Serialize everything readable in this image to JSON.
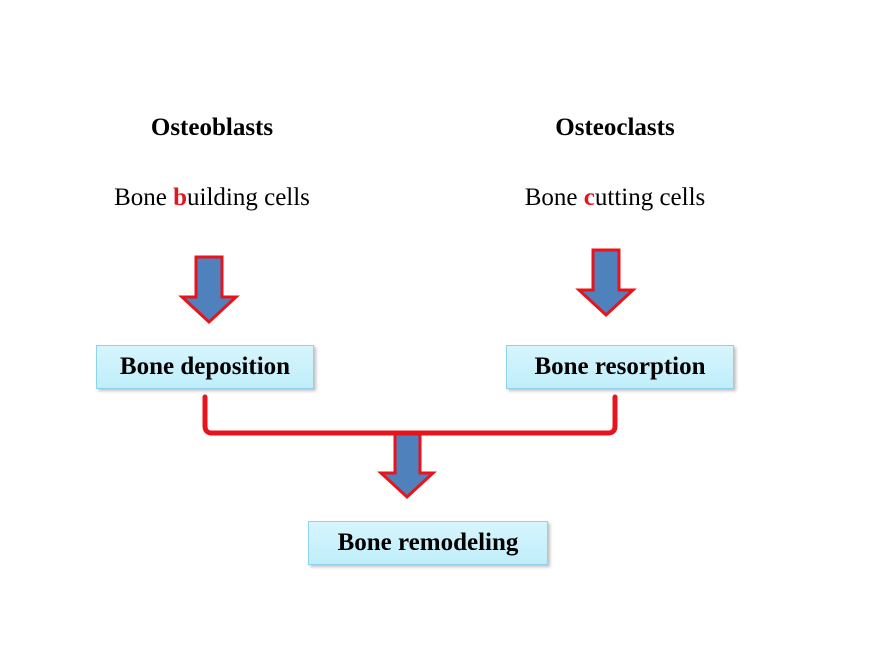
{
  "left": {
    "heading": "Osteoblasts",
    "subtitle_prefix": "Bone ",
    "subtitle_highlight": "b",
    "subtitle_suffix": "uilding cells",
    "result": "Bone deposition"
  },
  "right": {
    "heading": "Osteoclasts",
    "subtitle_prefix": "Bone ",
    "subtitle_highlight": "c",
    "subtitle_suffix": "utting cells",
    "result": "Bone resorption"
  },
  "final": {
    "result": "Bone remodeling"
  },
  "colors": {
    "arrow_fill": "#4f81bd",
    "arrow_stroke": "#e8141b",
    "connector": "#e8141b",
    "highlight_letter": "#e8141b",
    "box_fill": "#c8f0fb"
  }
}
